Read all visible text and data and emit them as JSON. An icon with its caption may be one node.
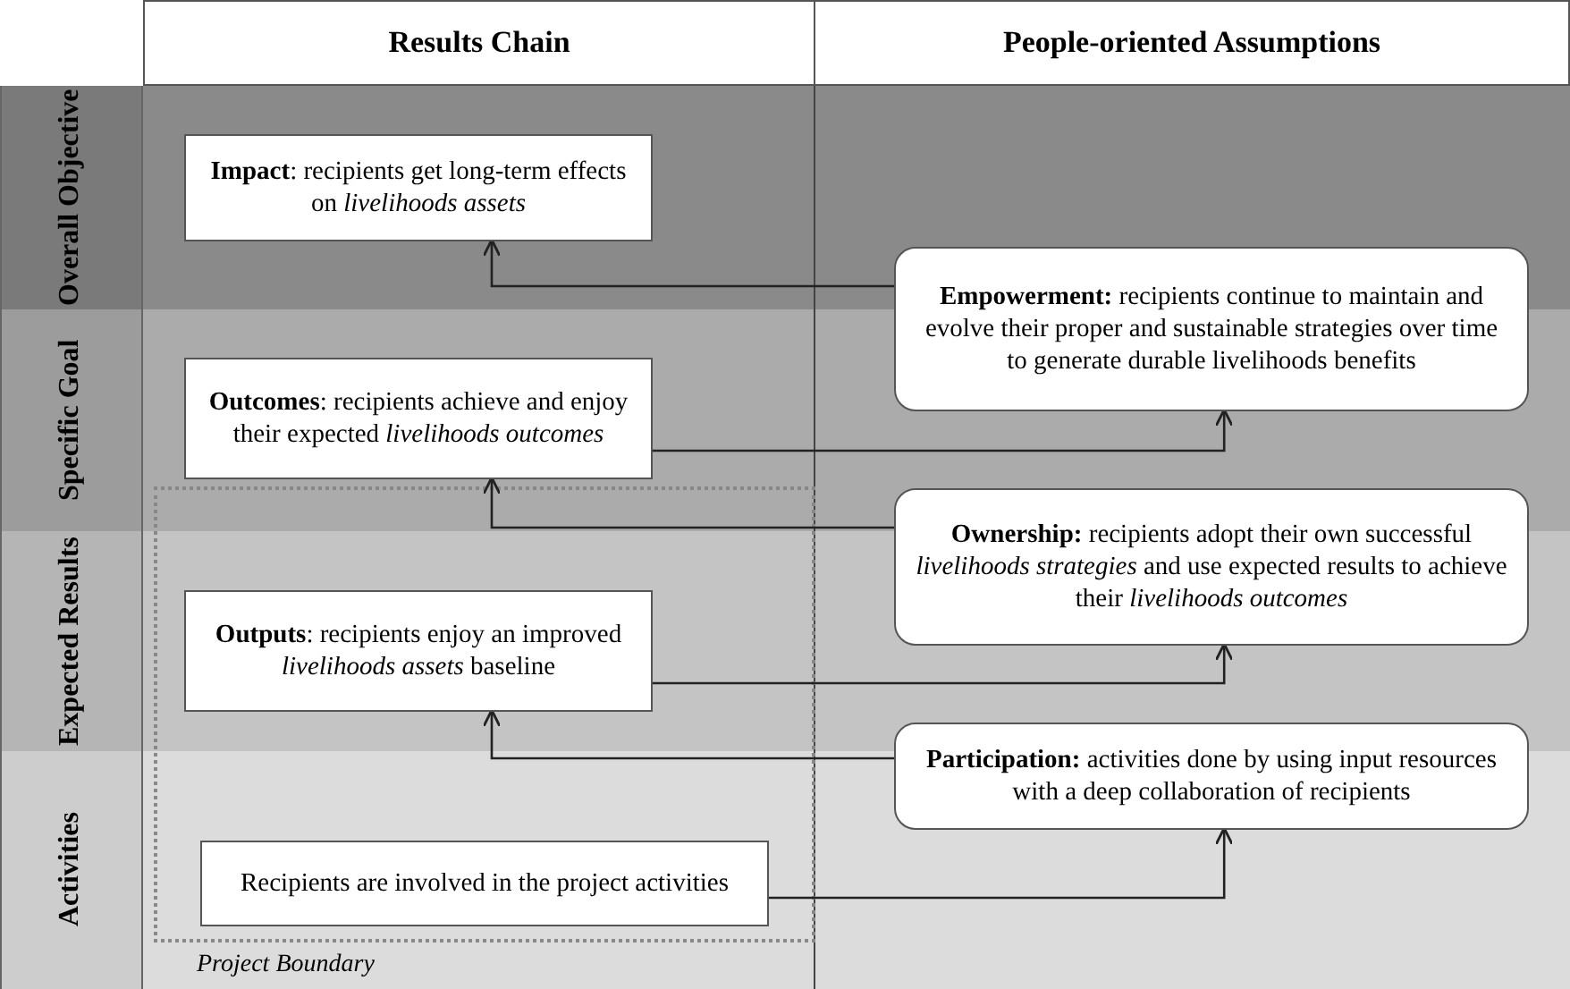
{
  "diagram": {
    "nodes": [
      {
        "text": [
          "Results Chain"
        ]
      },
      {
        "text": [
          "People-oriented Assumptions"
        ]
      },
      {
        "text": [
          "Overall Objective"
        ]
      },
      {
        "text": [
          "Specific Goal"
        ]
      },
      {
        "text": [
          "Expected Results"
        ]
      },
      {
        "text": [
          "Activities"
        ]
      },
      {
        "text": [
          "**Impact**: recipients get long-term effects on *livelihoods assets*"
        ]
      },
      {
        "text": [
          "**Empowerment:** recipients continue to maintain and evolve their proper and sustainable strategies over time to generate durable livelihoods benefits"
        ]
      },
      {
        "text": [
          "**Outcomes**: recipients achieve and enjoy their expected *livelihoods outcomes*"
        ]
      },
      {
        "text": [
          "**Ownership:** recipients adopt their own successful *livelihoods strategies* and use expected results to achieve their *livelihoods outcomes*"
        ]
      },
      {
        "text": [
          "**Outputs**: recipients enjoy an improved *livelihoods assets* baseline"
        ]
      },
      {
        "text": [
          "**Participation:** activities done by using input resources with a deep collaboration of recipients"
        ]
      },
      {
        "text": [
          "Recipients are involved in the project activities"
        ]
      }
    ],
    "edges": [
      {
        "from": 7,
        "to": 6,
        "arrow": "to"
      },
      {
        "from": 8,
        "to": 7,
        "arrow": "to"
      },
      {
        "from": 9,
        "to": 8,
        "arrow": "to"
      },
      {
        "from": 10,
        "to": 9,
        "arrow": "to"
      },
      {
        "from": 11,
        "to": 10,
        "arrow": "to"
      },
      {
        "from": 12,
        "to": 11,
        "arrow": "to"
      }
    ],
    "labels": [
      "Project Boundary"
    ]
  }
}
